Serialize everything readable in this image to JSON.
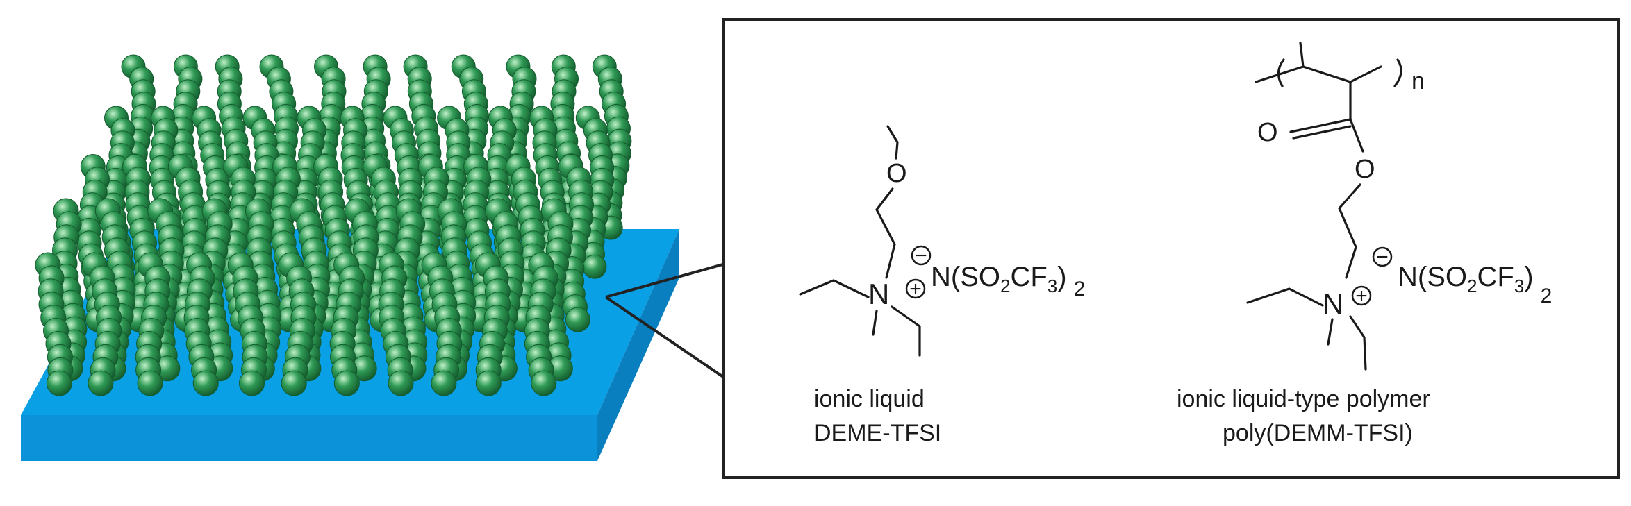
{
  "colors": {
    "substrate_top": "#0aa0e6",
    "substrate_front": "#0b92d8",
    "substrate_side": "#0a7fc0",
    "chain_ball": "#2f9a55",
    "chain_highlight": "#bff0c8",
    "chain_dark": "#145c2e",
    "box_border": "#222222",
    "ink": "#1a1a1a"
  },
  "left_molecule": {
    "atom_o": "O",
    "atom_n": "N",
    "charge_plus": "+",
    "charge_minus": "−",
    "anion_prefix": "N(SO",
    "anion_sub2": "2",
    "anion_cf": "CF",
    "anion_sub3": "3",
    "anion_close": ")",
    "anion_count": "2",
    "caption_line1": "ionic liquid",
    "caption_line2": "DEME-TFSI"
  },
  "right_molecule": {
    "repeat_n": "n",
    "atom_o_carbonyl": "O",
    "atom_o_ester": "O",
    "atom_n": "N",
    "charge_plus": "+",
    "charge_minus": "−",
    "anion_prefix": "N(SO",
    "anion_sub2": "2",
    "anion_cf": "CF",
    "anion_sub3": "3",
    "anion_close": ")",
    "anion_count": "2",
    "caption_line1": "ionic liquid-type polymer",
    "caption_line2": "poly(DEMM-TFSI)"
  }
}
